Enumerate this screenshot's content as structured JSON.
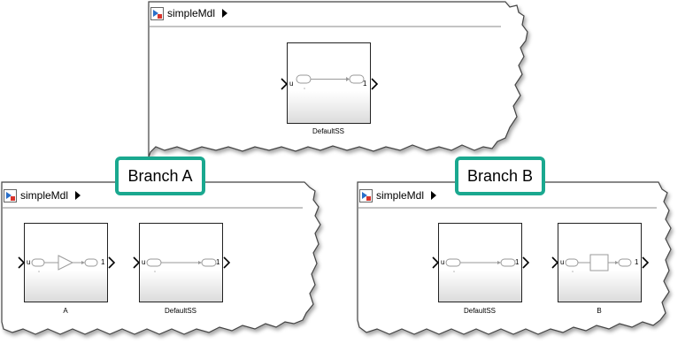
{
  "top_panel": {
    "model_name": "simpleMdl",
    "blocks": [
      {
        "label": "DefaultSS",
        "in_port": "u",
        "out_port": "1"
      }
    ]
  },
  "branch_a": {
    "callout": "Branch A",
    "model_name": "simpleMdl",
    "blocks": [
      {
        "label": "A",
        "in_port": "u",
        "out_port": "1"
      },
      {
        "label": "DefaultSS",
        "in_port": "u",
        "out_port": "1"
      }
    ]
  },
  "branch_b": {
    "callout": "Branch B",
    "model_name": "simpleMdl",
    "blocks": [
      {
        "label": "DefaultSS",
        "in_port": "u",
        "out_port": "1"
      },
      {
        "label": "B",
        "in_port": "u",
        "out_port": "1"
      }
    ]
  },
  "colors": {
    "callout_border": "#1aa88f",
    "canvas_border": "#555555"
  },
  "icons": {
    "model": "simulink-model-icon",
    "breadcrumb_arrow": "triangle-right-icon"
  }
}
